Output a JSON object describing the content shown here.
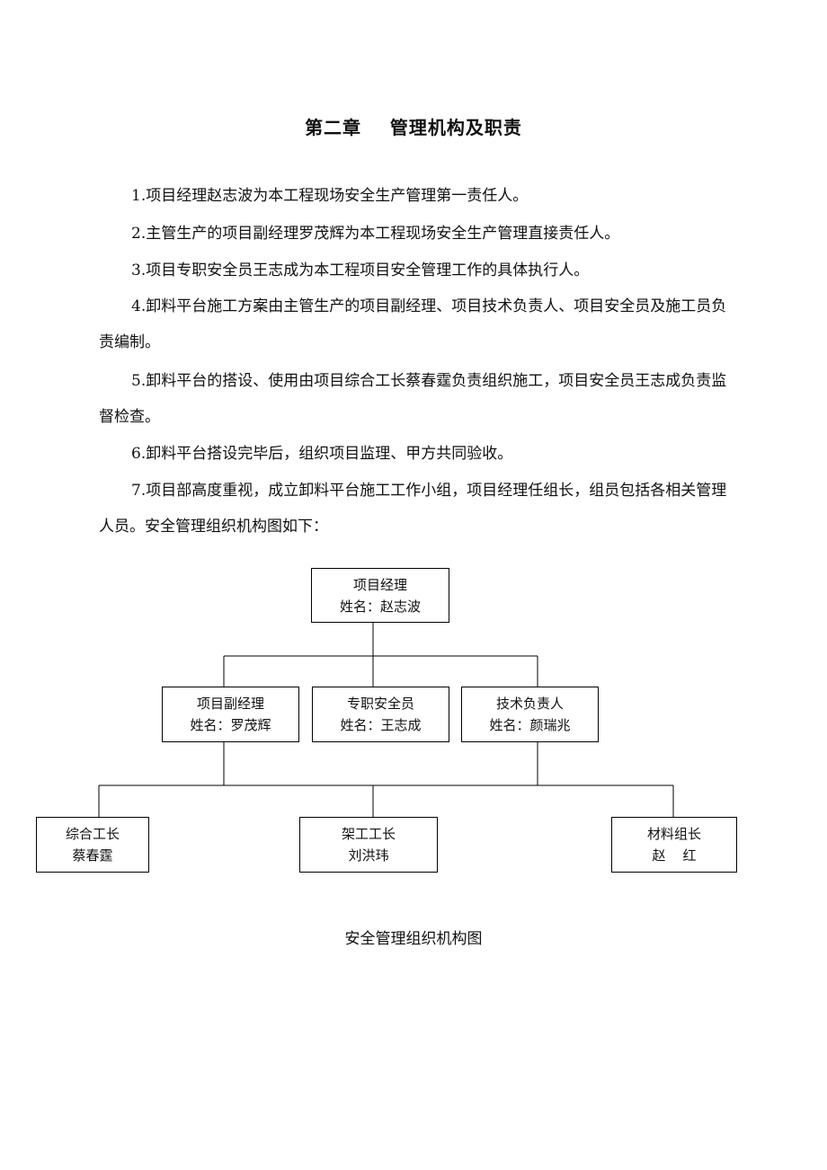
{
  "document": {
    "title": "第二章    管理机构及职责",
    "paragraphs": [
      "1.项目经理赵志波为本工程现场安全生产管理第一责任人。",
      "2.主管生产的项目副经理罗茂辉为本工程现场安全生产管理直接责任人。",
      "3.项目专职安全员王志成为本工程项目安全管理工作的具体执行人。",
      "4.卸料平台施工方案由主管生产的项目副经理、项目技术负责人、项目安全员及施工员负责编制。",
      "5.卸料平台的搭设、使用由项目综合工长蔡春霆负责组织施工，项目安全员王志成负责监督检查。",
      "6.卸料平台搭设完毕后，组织项目监理、甲方共同验收。",
      "7.项目部高度重视，成立卸料平台施工工作小组，项目经理任组长，组员包括各相关管理人员。安全管理组织机构图如下："
    ]
  },
  "org_chart": {
    "root": {
      "role": "项目经理",
      "name": "姓名：赵志波"
    },
    "level2": [
      {
        "role": "项目副经理",
        "name": "姓名：罗茂辉"
      },
      {
        "role": "专职安全员",
        "name": "姓名：王志成"
      },
      {
        "role": "技术负责人",
        "name": "姓名：颜瑞兆"
      }
    ],
    "level3": [
      {
        "role": "综合工长",
        "name": "蔡春霆"
      },
      {
        "role": "架工工长",
        "name": "刘洪玮"
      },
      {
        "role": "材料组长",
        "name": "赵    红"
      }
    ],
    "caption": "安全管理组织机构图"
  }
}
